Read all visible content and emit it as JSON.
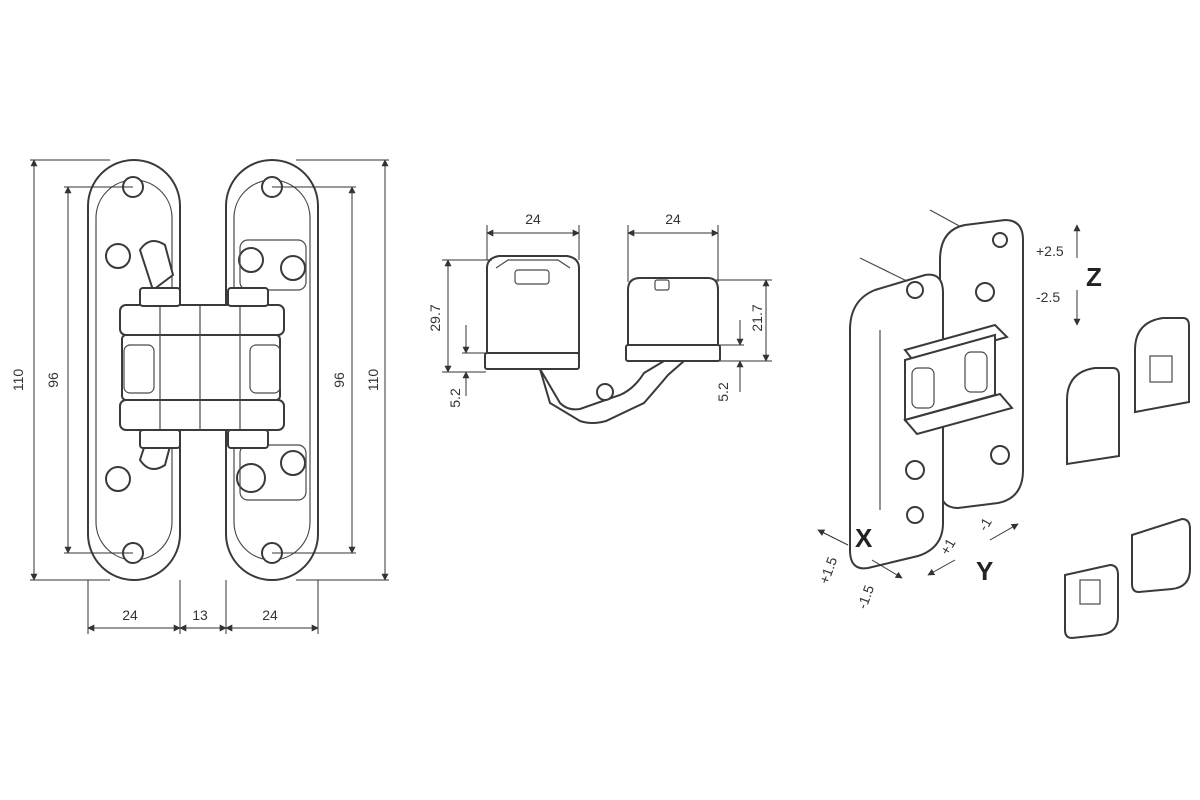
{
  "front_view": {
    "dims": {
      "total_height": "110",
      "hole_pitch": "96",
      "plate_width_left": "24",
      "gap": "13",
      "plate_width_right": "24"
    }
  },
  "top_view": {
    "dims": {
      "width_left": "24",
      "width_right": "24",
      "height_left": "29.7",
      "height_right": "21.7",
      "offset_left": "5.2",
      "offset_right": "5.2"
    }
  },
  "adjustment": {
    "z_axis": {
      "label": "Z",
      "plus": "+2.5",
      "minus": "-2.5"
    },
    "x_axis": {
      "label": "X",
      "plus": "+1.5",
      "minus": "-1.5"
    },
    "y_axis": {
      "label": "Y",
      "plus": "+1",
      "minus": "-1"
    }
  }
}
